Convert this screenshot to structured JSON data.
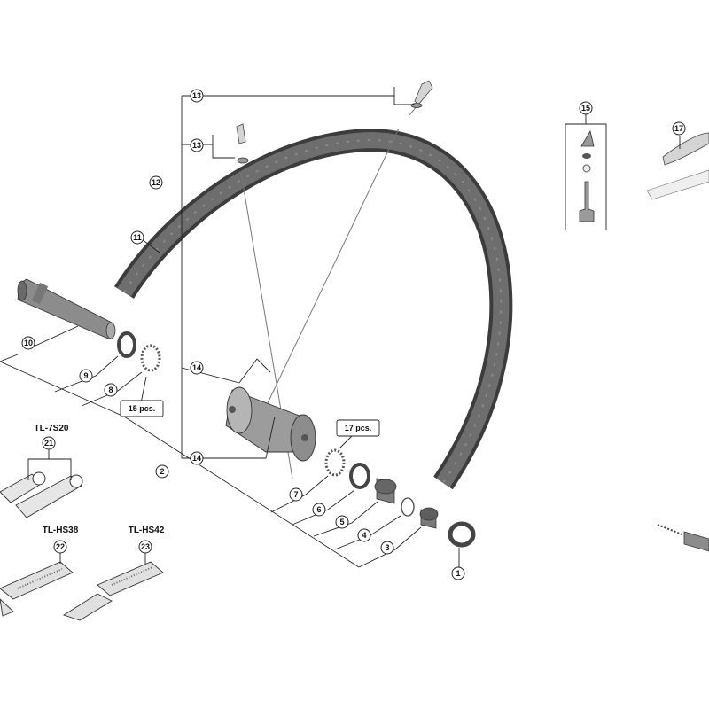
{
  "callouts": [
    {
      "id": "1",
      "label": "1"
    },
    {
      "id": "2",
      "label": "2"
    },
    {
      "id": "3",
      "label": "3"
    },
    {
      "id": "4",
      "label": "4"
    },
    {
      "id": "5",
      "label": "5"
    },
    {
      "id": "6",
      "label": "6"
    },
    {
      "id": "7",
      "label": "7"
    },
    {
      "id": "8",
      "label": "8"
    },
    {
      "id": "9",
      "label": "9"
    },
    {
      "id": "10",
      "label": "10"
    },
    {
      "id": "11",
      "label": "11"
    },
    {
      "id": "12",
      "label": "12"
    },
    {
      "id": "13a",
      "label": "13"
    },
    {
      "id": "13b",
      "label": "13"
    },
    {
      "id": "14a",
      "label": "14"
    },
    {
      "id": "14b",
      "label": "14"
    },
    {
      "id": "15",
      "label": "15"
    },
    {
      "id": "17",
      "label": "17"
    },
    {
      "id": "21",
      "label": "21"
    },
    {
      "id": "22",
      "label": "22"
    },
    {
      "id": "23",
      "label": "23"
    }
  ],
  "quantities": {
    "washer_qty": "15 pcs.",
    "pawl_qty": "17 pcs."
  },
  "tools": {
    "tool_21": "TL-7S20",
    "tool_22": "TL-HS38",
    "tool_23": "TL-HS42"
  }
}
